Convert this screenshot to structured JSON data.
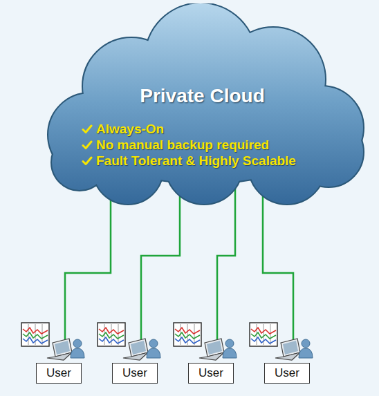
{
  "diagram": {
    "nodes": [
      {
        "text": [
          "Private Cloud",
          "Always-On",
          "No manual backup required",
          "Fault Tolerant & Highly Scalable"
        ]
      },
      {
        "text": [
          "User"
        ]
      },
      {
        "text": [
          "User"
        ]
      },
      {
        "text": [
          "User"
        ]
      },
      {
        "text": [
          "User"
        ]
      }
    ],
    "edges": [
      {
        "from": 0,
        "to": 1,
        "arrow": "none"
      },
      {
        "from": 0,
        "to": 2,
        "arrow": "none"
      },
      {
        "from": 0,
        "to": 3,
        "arrow": "none"
      },
      {
        "from": 0,
        "to": 4,
        "arrow": "none"
      }
    ]
  }
}
